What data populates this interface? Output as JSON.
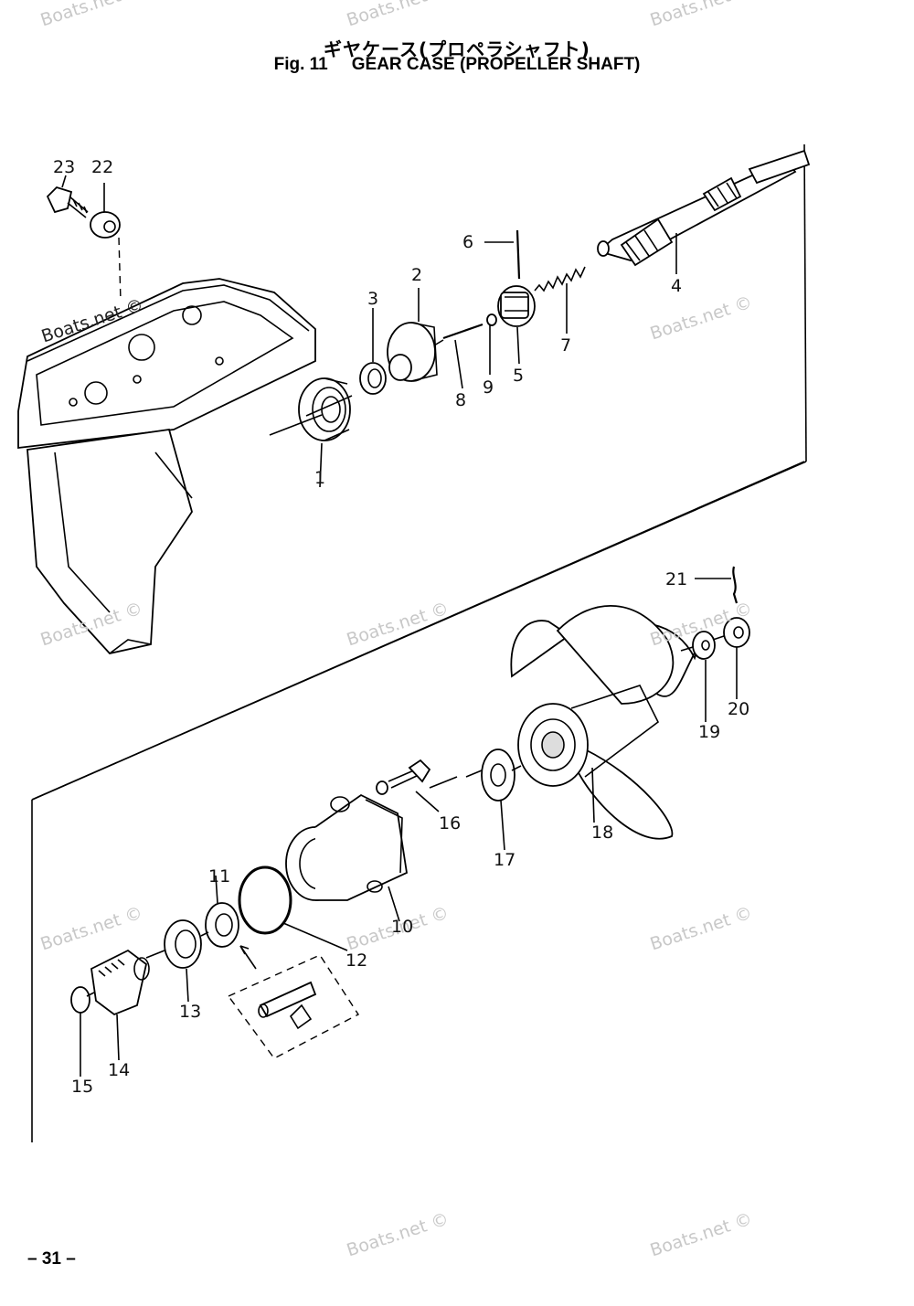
{
  "header": {
    "title_jp": "ギヤケース(プロペラシャフト)",
    "fig_label": "Fig. 11",
    "title_en": "GEAR CASE (PROPELLER SHAFT)"
  },
  "watermarks": [
    {
      "id": "wm1",
      "text": "Boats.net ©"
    },
    {
      "id": "wm2",
      "text": "Boats.net ©"
    },
    {
      "id": "wm3",
      "text": "Boats.net ©"
    },
    {
      "id": "wm4",
      "text": "Boats.net ©"
    },
    {
      "id": "wm5",
      "text": "Boats.net ©"
    },
    {
      "id": "wm6",
      "text": "Boats.net ©"
    },
    {
      "id": "wm7",
      "text": "Boats.net ©"
    },
    {
      "id": "wm8",
      "text": "Boats.net ©"
    },
    {
      "id": "wm9",
      "text": "Boats.net ©"
    },
    {
      "id": "wm10",
      "text": "Boats.net ©"
    },
    {
      "id": "wm11",
      "text": "Boats.net ©"
    },
    {
      "id": "wm12",
      "text": "Boats.net ©"
    },
    {
      "id": "wm13",
      "text": "Boats.net ©"
    }
  ],
  "callouts": {
    "c1": "1",
    "c2": "2",
    "c3": "3",
    "c4": "4",
    "c5": "5",
    "c6": "6",
    "c7": "7",
    "c8": "8",
    "c9": "9",
    "c10": "10",
    "c11": "11",
    "c12": "12",
    "c13": "13",
    "c14": "14",
    "c15": "15",
    "c16": "16",
    "c17": "17",
    "c18": "18",
    "c19": "19",
    "c20": "20",
    "c21": "21",
    "c22": "22",
    "c23": "23"
  },
  "footer": {
    "page_number": "– 31 –"
  }
}
